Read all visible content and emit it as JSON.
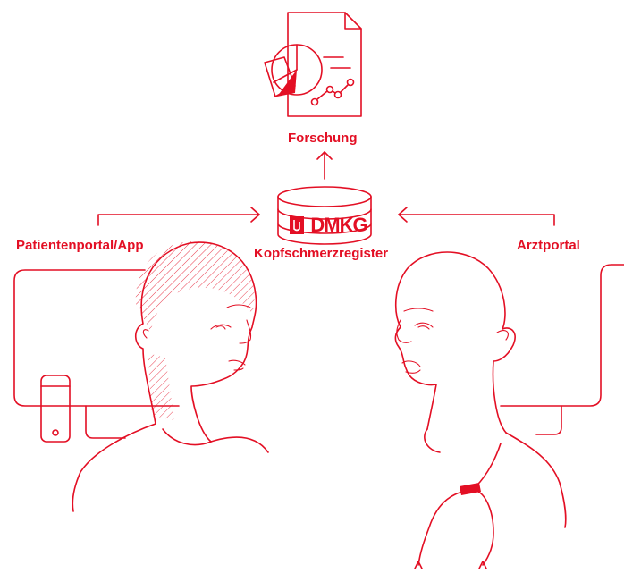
{
  "labels": {
    "research": "Forschung",
    "patient_portal": "Patientenportal/App",
    "doctor_portal": "Arztportal",
    "registry": "Kopfschmerzregister"
  },
  "logo": {
    "text": "DMKG"
  },
  "colors": {
    "accent": "#e30f24",
    "background": "#ffffff"
  }
}
